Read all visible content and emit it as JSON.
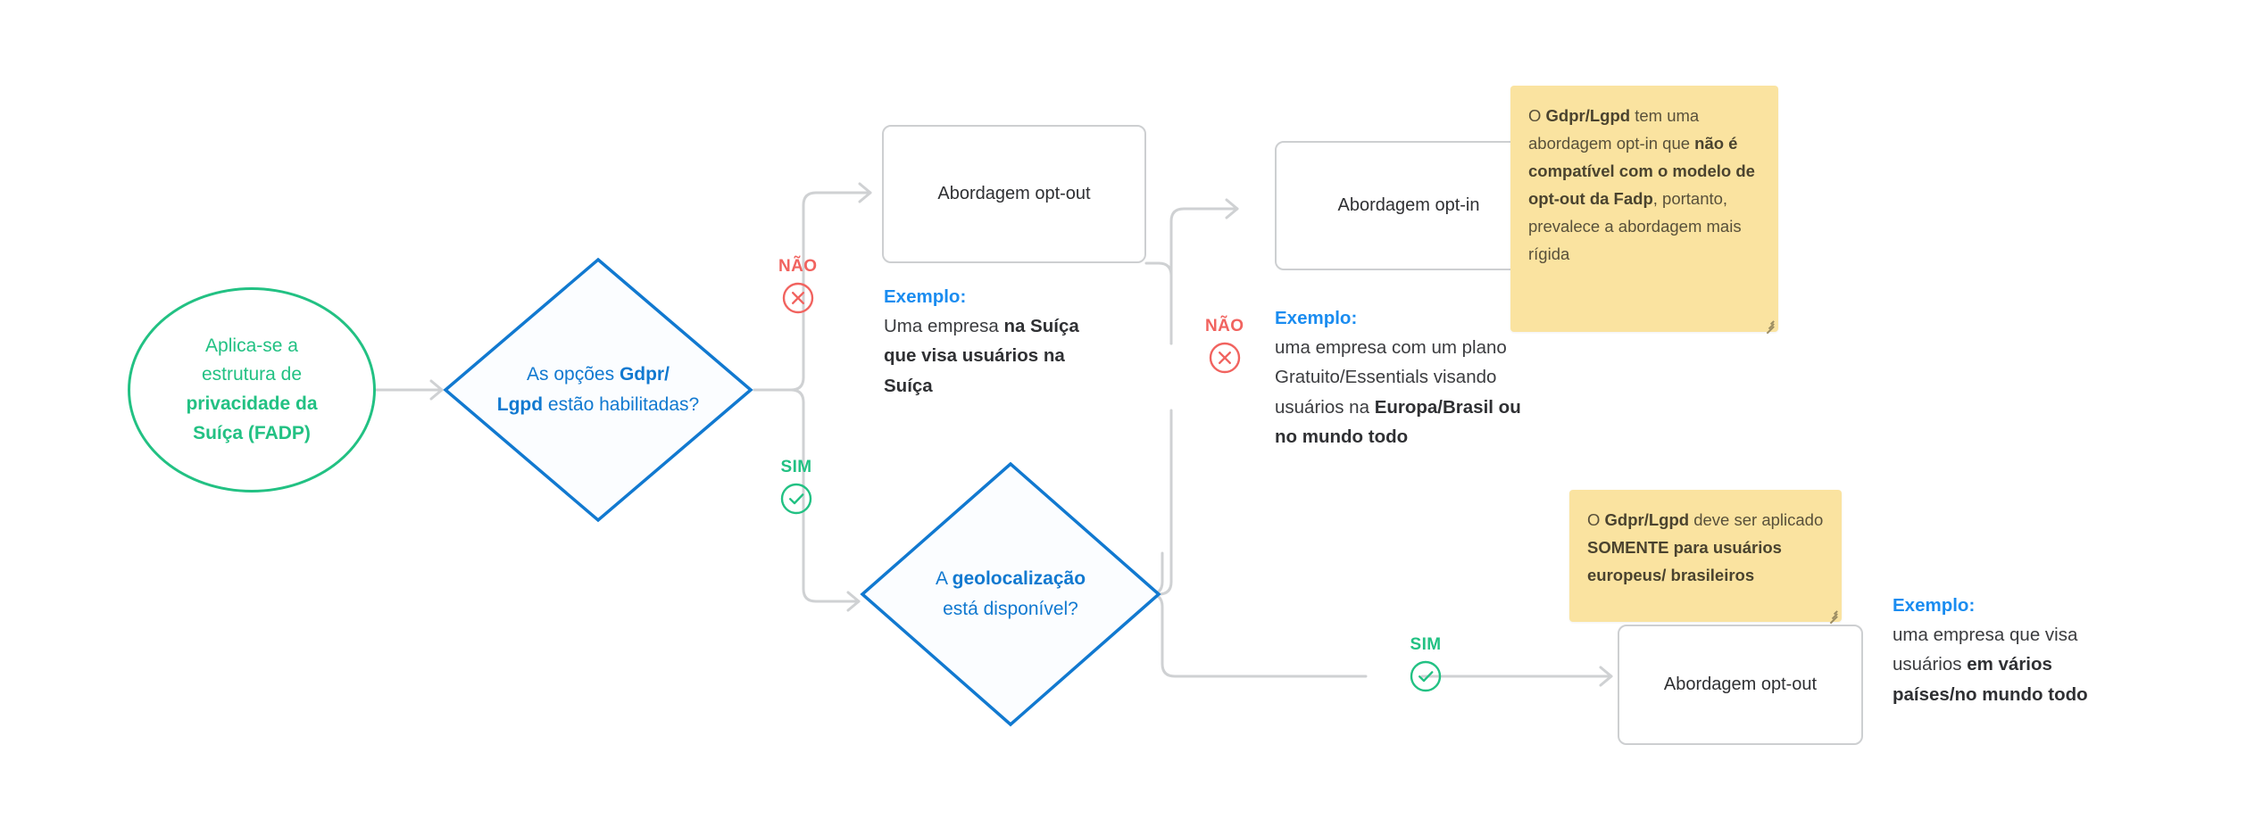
{
  "diagram": {
    "title": "Fluxograma de privacidade FADP / Gdpr / Lgpd",
    "colors": {
      "green": "#22c183",
      "blue": "#1179d0",
      "link_blue": "#1a8cf0",
      "red": "#f1635f",
      "connector_gray": "#cfd1d3",
      "box_border": "#cdcfd1",
      "sticky_yellow": "#fae3a0",
      "body_text": "#3b3c3f"
    }
  },
  "start": {
    "line1": "Aplica-se a",
    "line2": "estrutura de",
    "line3_bold": "privacidade da",
    "line4_bold": "Suíça (FADP)"
  },
  "decisions": [
    {
      "id": "gdpr-lgpd-enabled",
      "part1": "As opções ",
      "part2_bold": "Gdpr/",
      "part3_bold": "Lgpd",
      "part4": " estão habilitadas?"
    },
    {
      "id": "geolocation-available",
      "part1": "A ",
      "part2_bold": "geolocalização",
      "part3": " está disponível?"
    }
  ],
  "badges": [
    {
      "id": "no-1",
      "label": "NÃO",
      "icon": "circle-x-icon",
      "kind": "no"
    },
    {
      "id": "yes-1",
      "label": "SIM",
      "icon": "circle-check-icon",
      "kind": "yes"
    },
    {
      "id": "no-2",
      "label": "NÃO",
      "icon": "circle-x-icon",
      "kind": "no"
    },
    {
      "id": "yes-2",
      "label": "SIM",
      "icon": "circle-check-icon",
      "kind": "yes"
    }
  ],
  "boxes": [
    {
      "id": "opt-out-top",
      "label": "Abordagem opt-out"
    },
    {
      "id": "opt-in",
      "label": "Abordagem opt-in"
    },
    {
      "id": "opt-out-bottom",
      "label": "Abordagem opt-out"
    }
  ],
  "examples": [
    {
      "id": "example-suica",
      "title": "Exemplo:",
      "text_plain_1": "Uma empresa ",
      "text_bold_1": "na Suíça que visa usuários na Suíça"
    },
    {
      "id": "example-europa-brasil",
      "title": "Exemplo:",
      "text_plain_1": "uma empresa com um plano Gratuito/Essentials visando usuários na ",
      "text_bold_1": "Europa/Brasil ou no mundo todo"
    },
    {
      "id": "example-varios-paises",
      "title": "Exemplo:",
      "text_plain_1": "uma empresa que visa usuários ",
      "text_bold_1": "em vários países/no mundo todo"
    }
  ],
  "sticky_notes": [
    {
      "id": "note-opt-in-conflict",
      "seg1": "O ",
      "seg2_bold": "Gdpr/Lgpd",
      "seg3": " tem uma abordagem opt-in que ",
      "seg4_bold": "não é compatível com o modelo de opt-out da Fadp",
      "seg5": ", portanto, prevalece a abordagem mais rígida"
    },
    {
      "id": "note-somente-eu-br",
      "seg1": "O ",
      "seg2_bold": "Gdpr/Lgpd",
      "seg3": " deve ser aplicado ",
      "seg4_bold": "SOMENTE para usuários europeus/ brasileiros",
      "seg5": ""
    }
  ]
}
